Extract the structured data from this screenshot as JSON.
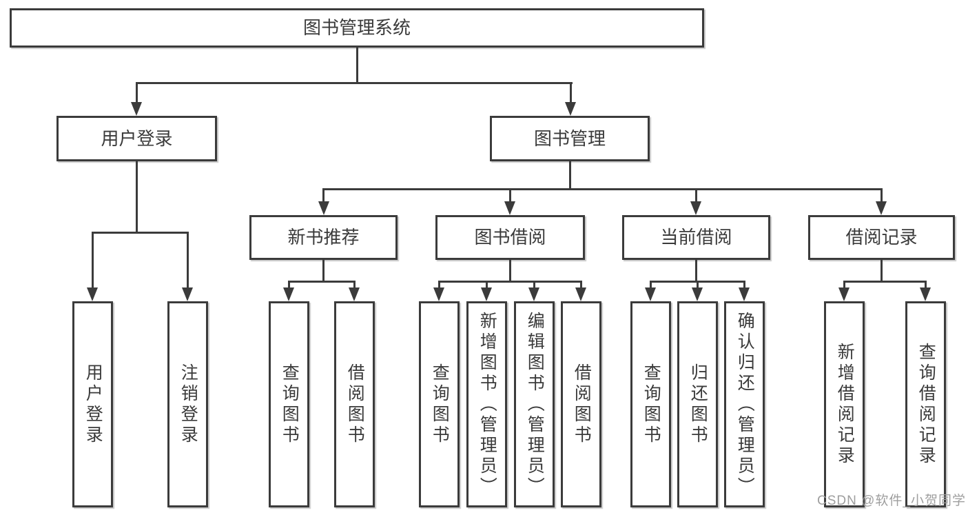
{
  "diagram": {
    "root": "图书管理系统",
    "level2": [
      "用户登录",
      "图书管理"
    ],
    "level3": [
      "新书推荐",
      "图书借阅",
      "当前借阅",
      "借阅记录"
    ],
    "group_user_login": [
      "用户登录",
      "注销登录"
    ],
    "group_new_book": [
      "查询图书",
      "借阅图书"
    ],
    "group_book_borrow": [
      "查询图书",
      "新增图书（管理员）",
      "编辑图书（管理员）",
      "借阅图书"
    ],
    "group_current_borrow": [
      "查询图书",
      "归还图书",
      "确认归还（管理员）"
    ],
    "group_borrow_record": [
      "新增借阅记录",
      "查询借阅记录"
    ]
  },
  "watermark": "CSDN @软件_小贺同学",
  "colors": {
    "line": "#3b3b3b",
    "text": "#3a3a3a",
    "background": "#ffffff",
    "watermark": "#9e9e9e"
  }
}
